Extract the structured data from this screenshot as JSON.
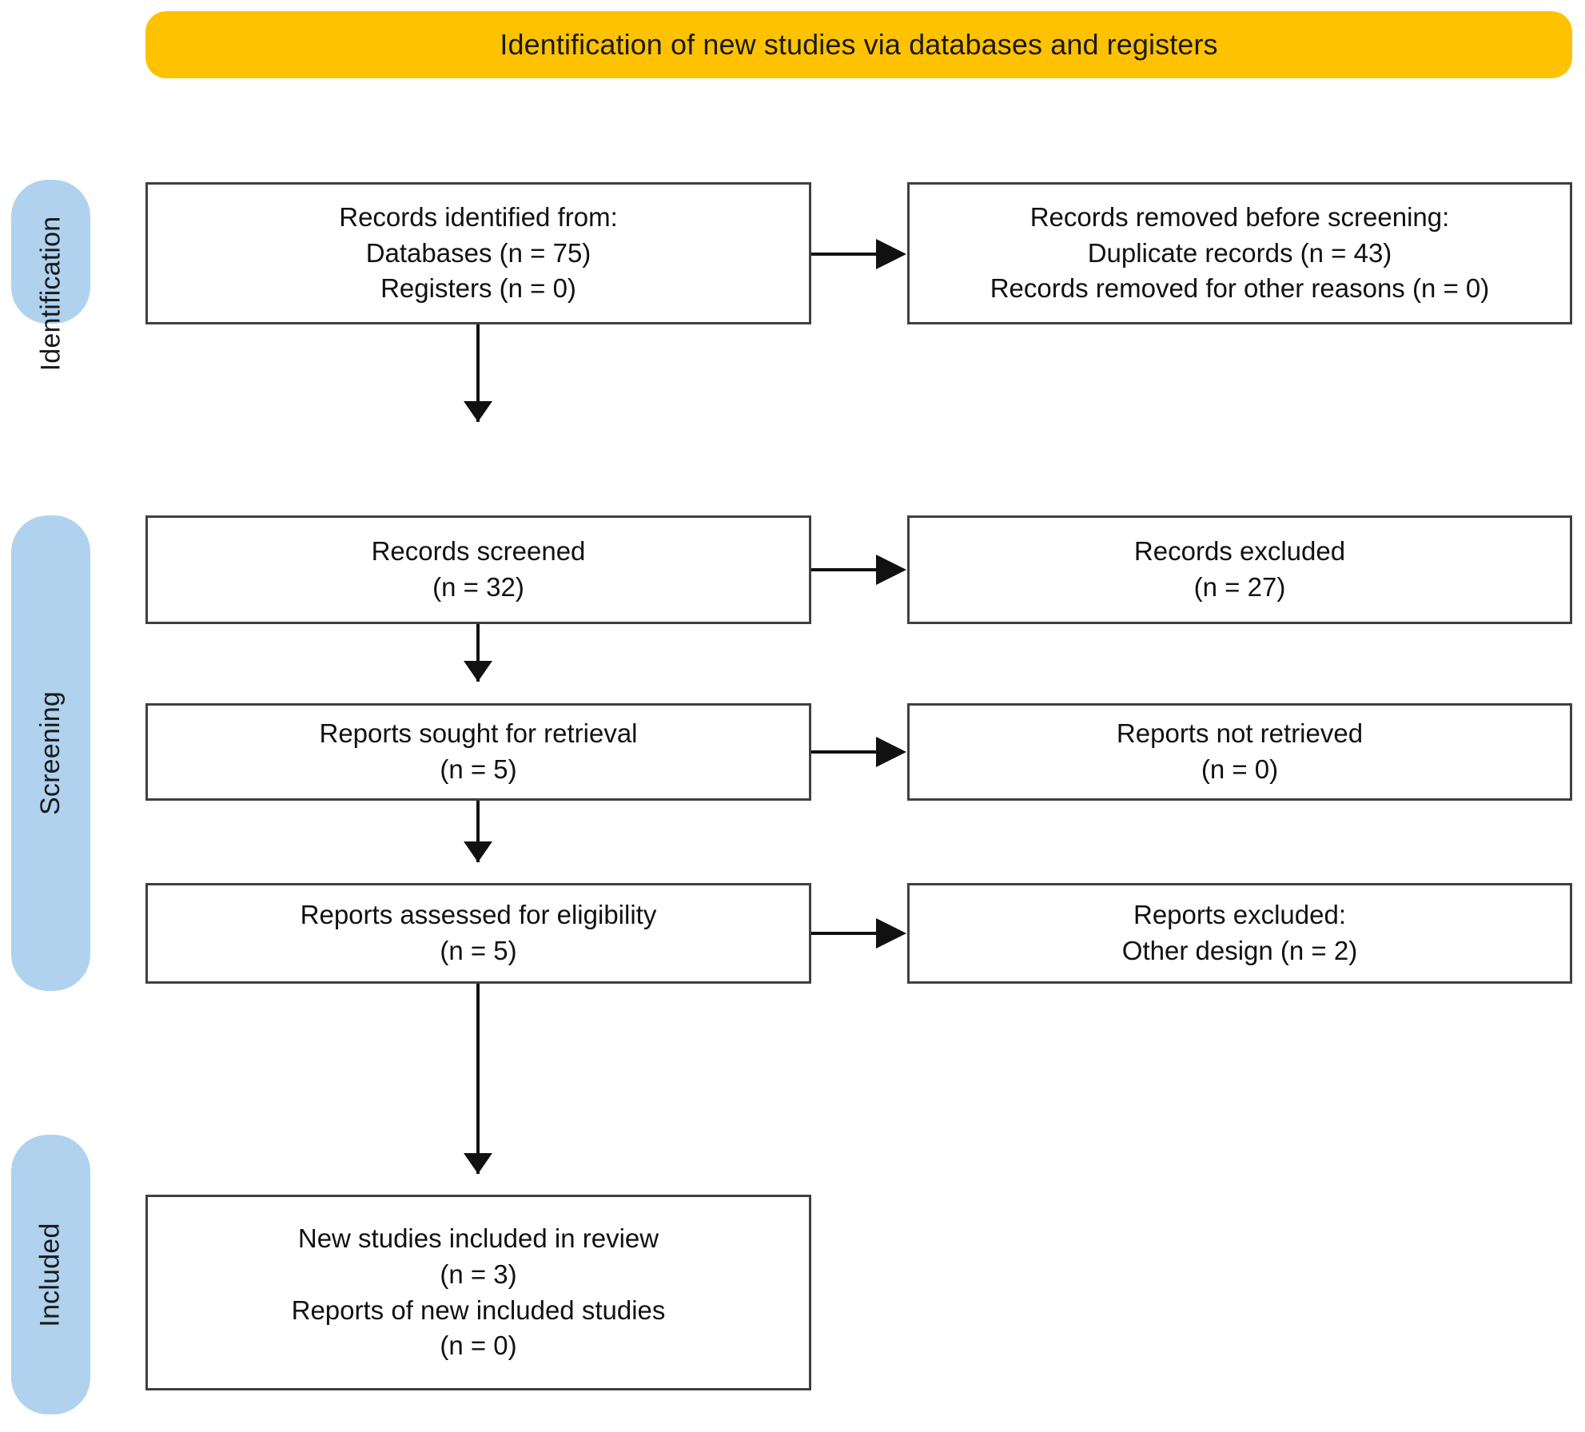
{
  "banner": {
    "title": "Identification of new studies via databases and registers",
    "color": "#ffc200"
  },
  "stages": {
    "color": "#b0d2ee",
    "identification": "Identification",
    "screening": "Screening",
    "included": "Included"
  },
  "boxes": {
    "identified": {
      "lines": [
        "Records identified from:",
        "Databases (n = 75)",
        "Registers (n = 0)"
      ]
    },
    "removed": {
      "lines": [
        "Records removed before screening:",
        "Duplicate records (n = 43)",
        "Records removed for other reasons (n = 0)"
      ]
    },
    "screened": {
      "lines": [
        "Records screened",
        "(n = 32)"
      ]
    },
    "excluded": {
      "lines": [
        "Records excluded",
        "(n = 27)"
      ]
    },
    "sought": {
      "lines": [
        "Reports sought for retrieval",
        "(n = 5)"
      ]
    },
    "not_retrieved": {
      "lines": [
        "Reports not retrieved",
        "(n = 0)"
      ]
    },
    "assessed": {
      "lines": [
        "Reports assessed for eligibility",
        "(n = 5)"
      ]
    },
    "reports_excluded": {
      "lines": [
        "Reports excluded:",
        "Other design (n = 2)"
      ]
    },
    "included": {
      "lines": [
        "New studies included in review",
        "(n = 3)",
        "Reports of new included studies",
        "(n = 0)"
      ]
    }
  }
}
